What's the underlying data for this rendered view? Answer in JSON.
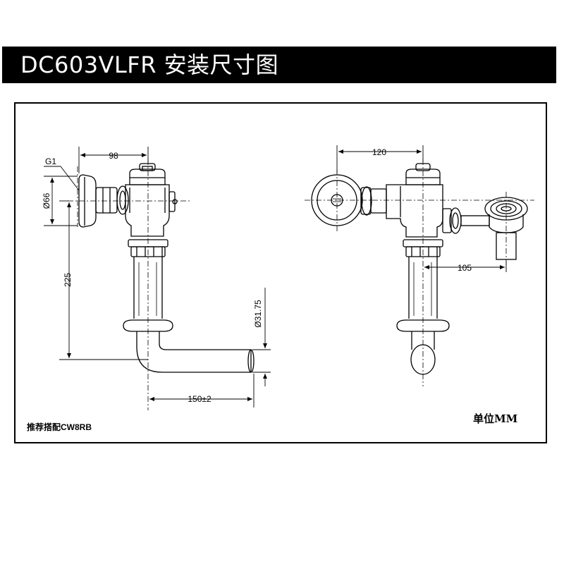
{
  "header": {
    "title": "DC603VLFR 安装尺寸图"
  },
  "dimensions": {
    "thread": "G1",
    "width_98": "98",
    "diameter_66": "Ø66",
    "height_225": "225",
    "pipe_diameter": "Ø31.75",
    "length_150": "150±2",
    "width_120": "120",
    "width_105": "105"
  },
  "footer": {
    "recommend": "推荐搭配CW8RB",
    "unit": "单位MM"
  }
}
